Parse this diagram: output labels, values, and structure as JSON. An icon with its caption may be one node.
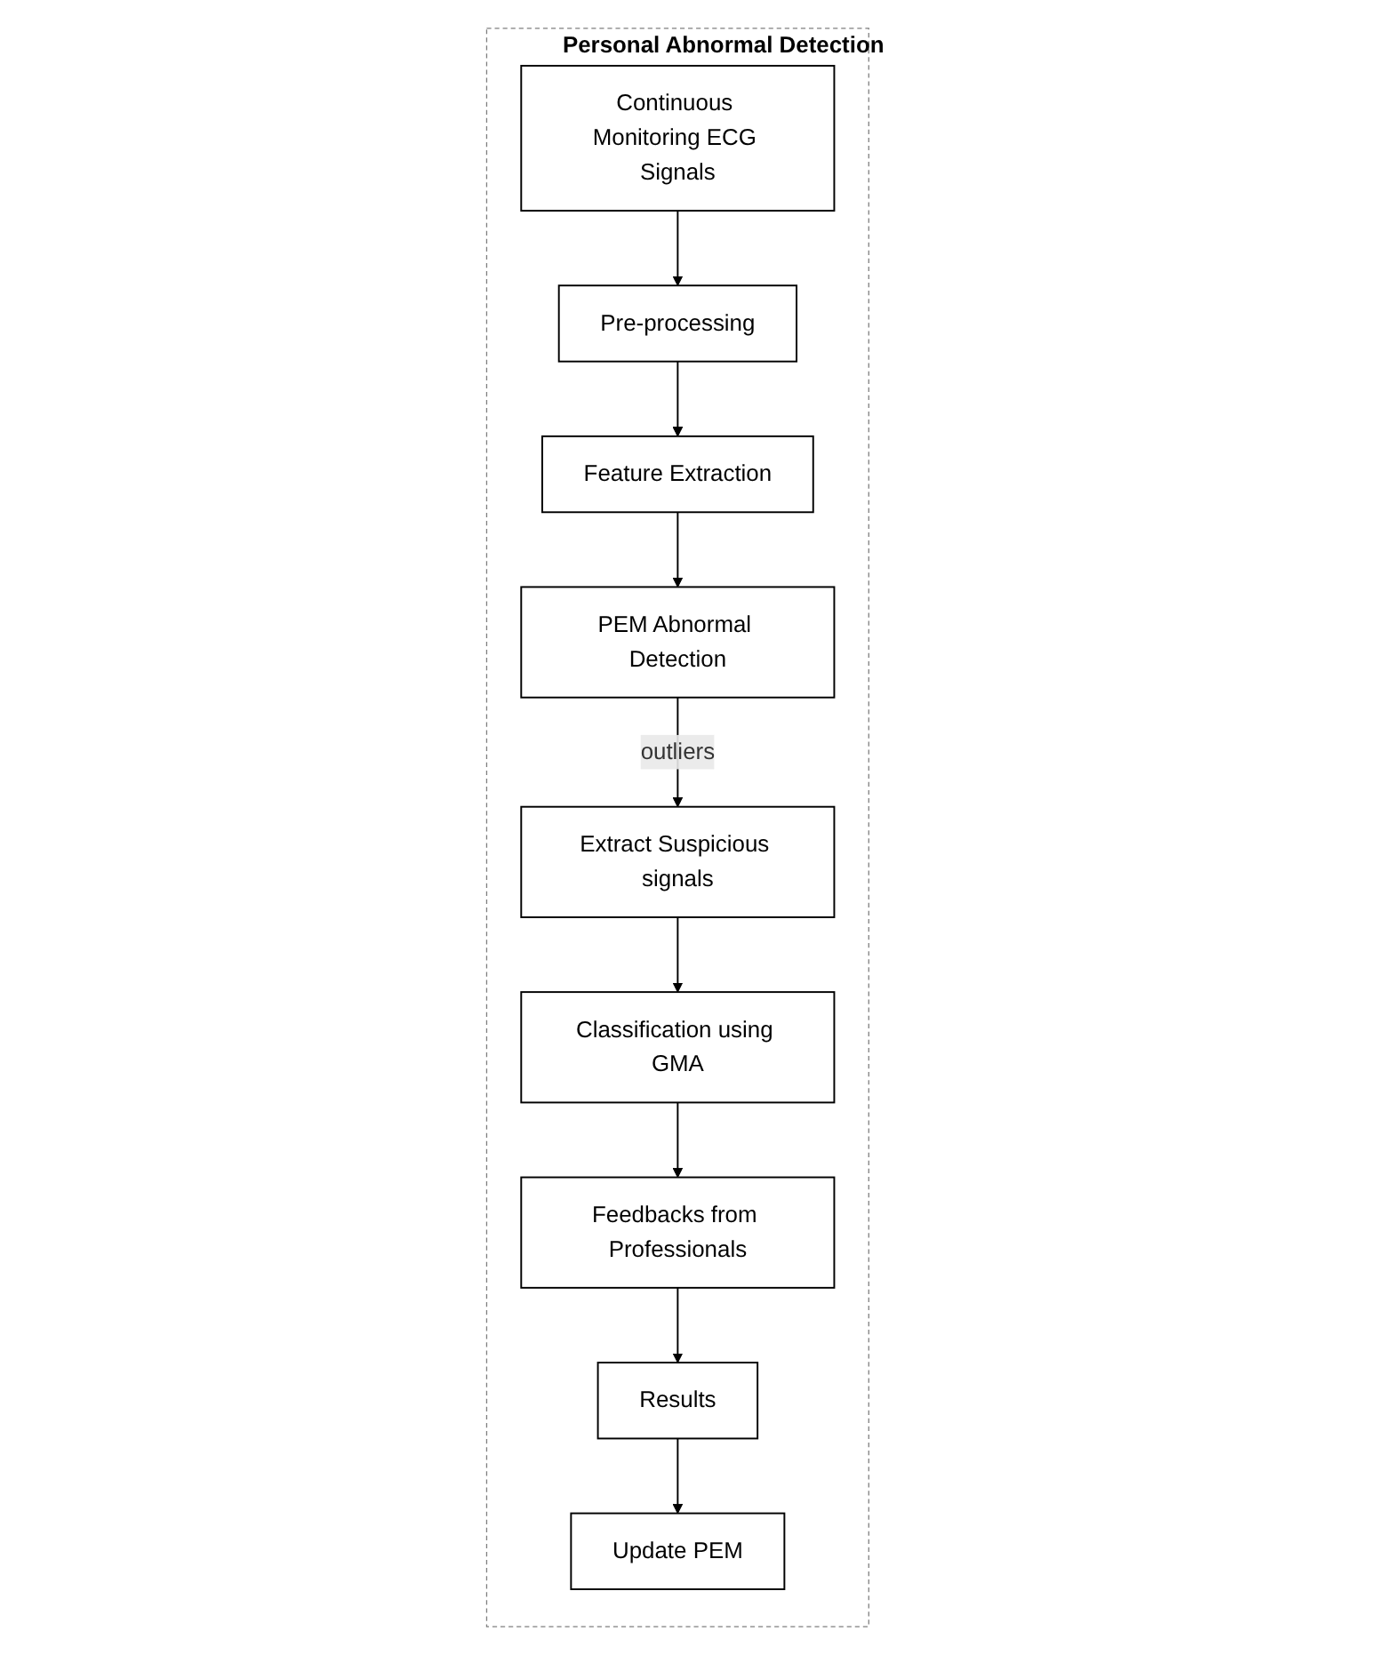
{
  "diagram": {
    "nodes": [
      {
        "text": [
          "Personal Abnormal Detection"
        ]
      },
      {
        "text": [
          "Continuous Monitoring ECG Signals"
        ],
        "in": 0
      },
      {
        "text": [
          "Pre-processing"
        ],
        "in": 0
      },
      {
        "text": [
          "Feature Extraction"
        ],
        "in": 0
      },
      {
        "text": [
          "PEM Abnormal Detection"
        ],
        "in": 0
      },
      {
        "text": [
          "Extract Suspicious signals"
        ],
        "in": 0
      },
      {
        "text": [
          "Classification using GMA"
        ],
        "in": 0
      },
      {
        "text": [
          "Feedbacks from Professionals"
        ],
        "in": 0
      },
      {
        "text": [
          "Results"
        ],
        "in": 0
      },
      {
        "text": [
          "Update PEM"
        ],
        "in": 0
      }
    ],
    "edges": [
      {
        "from": 1,
        "to": 2,
        "arrow": "to"
      },
      {
        "from": 2,
        "to": 3,
        "arrow": "to"
      },
      {
        "from": 3,
        "to": 4,
        "arrow": "to"
      },
      {
        "from": 4,
        "to": 5,
        "arrow": "to",
        "label": "outliers"
      },
      {
        "from": 5,
        "to": 6,
        "arrow": "to"
      },
      {
        "from": 6,
        "to": 7,
        "arrow": "to"
      },
      {
        "from": 7,
        "to": 8,
        "arrow": "to"
      },
      {
        "from": 8,
        "to": 9,
        "arrow": "to"
      }
    ]
  }
}
